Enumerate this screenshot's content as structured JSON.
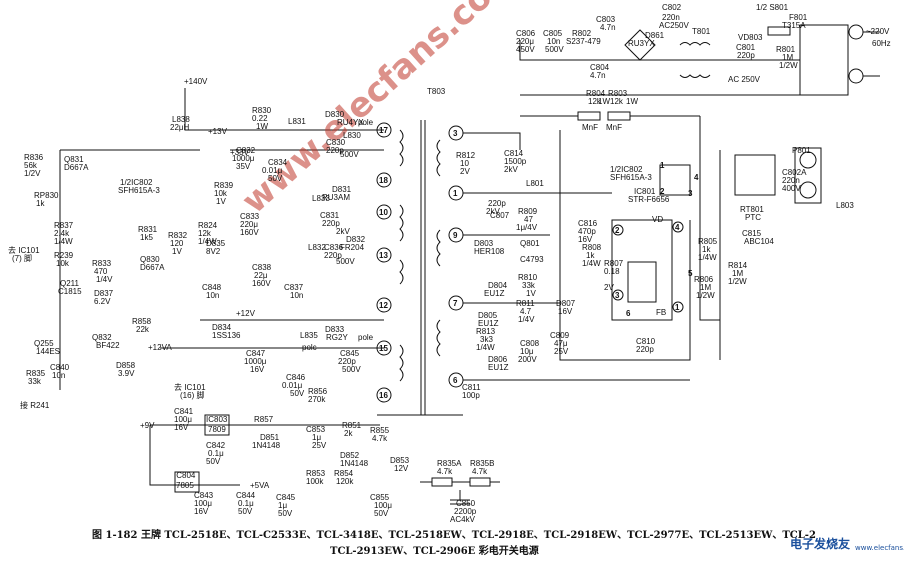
{
  "watermark": "www.elecfans.com",
  "caption": {
    "line1": "图 1-182   王牌 TCL-2518E、TCL-C2533E、TCL-3418E、TCL-2518EW、TCL-2918E、TCL-2918EW、TCL-2977E、TCL-2513EW、TCL-2",
    "line2": "TCL-2913EW、TCL-2906E 彩电开关电源"
  },
  "logo": {
    "text": "电子发烧友",
    "url": "www.elecfans.com"
  },
  "labels": {
    "ac_in": "~220V",
    "ac_freq": "60Hz",
    "l803": "L803",
    "f801": "F801",
    "f801_val": "T315A",
    "s801": "1/2  S801",
    "r801": "R801",
    "r801_v1": "1M",
    "r801_v2": "1/2W",
    "vd803": "VD803",
    "c801": "C801",
    "c801_v1": "220p",
    "c801_v2": "AC  250V",
    "t801": "T801",
    "c802": "C802",
    "c802_v1": "220n",
    "c802_v2": "AC250V",
    "d861": "D861",
    "d861_v": "RU3YX",
    "c803": "C803",
    "c803_v": "4.7n",
    "c804": "C804",
    "c804_v": "4.7n",
    "r802": "R802",
    "r802_v": "S237-479",
    "c805": "C805",
    "c805_v1": "10n",
    "c805_v2": "500V",
    "c806": "C806",
    "c806_v1": "220μ",
    "c806_v2": "450V",
    "p801": "P801",
    "c802a": "C802A",
    "c802a_v1": "220n",
    "c802a_v2": "400V",
    "rt801": "RT801",
    "ptc": "PTC",
    "r804": "R804",
    "r804_v": "12k",
    "r803": "R803",
    "r803_v": "12k",
    "mnf1": "MnF",
    "mnf2": "MnF",
    "v1w1": "1W",
    "v1w2": "1W",
    "t803": "T803",
    "plus140": "+140V",
    "l838": "L838",
    "l838_v": "22μH",
    "plus13": "+13V",
    "r830": "R830",
    "r830_v1": "0.22",
    "r830_v2": "1W",
    "l831": "L831",
    "d830": "D830",
    "d830_v": "RU4YX",
    "pole1": "pole",
    "c830": "C830",
    "c830_v1": "220p",
    "c830_v2": "500V",
    "l830": "L830",
    "plus33": "+33V",
    "c832": "C832",
    "c832_v1": "1000μ",
    "c832_v2": "35V",
    "c834": "C834",
    "c834_v1": "0.01μ",
    "c834_v2": "50V",
    "r839": "R839",
    "r839_v1": "10k",
    "r839_v2": "1V",
    "d831": "D831",
    "d831_v": "RU3AM",
    "l833": "L833",
    "c833": "C833",
    "c833_v1": "220μ",
    "c833_v2": "160V",
    "c831": "C831",
    "c831_v1": "220p",
    "c831_v2": "2kV",
    "d832": "D832",
    "d832_v": "FR204",
    "l832": "L832",
    "c836": "C836",
    "c836_v1": "220p",
    "c836_v2": "500V",
    "c838": "C838",
    "c838_v1": "22μ",
    "c838_v2": "160V",
    "c837": "C837",
    "c837_v": "10n",
    "d835": "D835",
    "d835_v": "8V2",
    "r824": "R824",
    "r824_v1": "12k",
    "r824_v2": "1/4W",
    "r832": "R832",
    "r832_v1": "120",
    "r832_v2": "1V",
    "c848": "C848",
    "c848_v": "10n",
    "q830": "Q830",
    "q830_v": "D667A",
    "r831": "R831",
    "r831_v": "1k5",
    "ic802": "1/2IC802",
    "ic802_v": "SFH615A-3",
    "q831": "Q831",
    "q831_v": "D667A",
    "r836": "R836",
    "r836_v1": "56k",
    "r836_v2": "1/2V",
    "rp830": "RP830",
    "rp830_v": "1k",
    "r837": "R837",
    "r837_v1": "2.4k",
    "r837_v2": "1/4W",
    "r239": "R239",
    "r239_v": "10k",
    "ic101_7": "去 IC101",
    "ic101_7b": "(7) 脚",
    "q211": "Q211",
    "q211_v": "C1815",
    "r833": "R833",
    "r833_v1": "470",
    "r833_v2": "1/4V",
    "d837": "D837",
    "d837_v": "6.2V",
    "r858": "R858",
    "r858_v": "22k",
    "q255": "Q255",
    "q255_v": "144ES",
    "q832": "Q832",
    "q832_v": "BF422",
    "r835": "R835",
    "r835_v": "33k",
    "c840": "C840",
    "c840_v": "10n",
    "d858": "D858",
    "d858_v": "3.9V",
    "r241": "接 R241",
    "d834": "D834",
    "d834_v": "1SS136",
    "plus12": "+12V",
    "plus12va": "+12VA",
    "l835": "L835",
    "d833": "D833",
    "d833_v": "RG2Y",
    "pole2": "pole",
    "polc": "polc",
    "c847": "C847",
    "c847_v1": "1000μ",
    "c847_v2": "16V",
    "c845": "C845",
    "c845_v1": "220p",
    "c845_v2": "500V",
    "c846": "C846",
    "c846_v1": "0.01μ",
    "c846_v2": "50V",
    "r856": "R856",
    "r856_v": "270k",
    "ic101_16": "去 IC101",
    "ic101_16b": "(16) 脚",
    "plus9": "+9V",
    "c841": "C841",
    "c841_v1": "100μ",
    "c841_v2": "16V",
    "ic803": "IC803",
    "ic803_v": "7809",
    "c842": "C842",
    "c842_v1": "0.1μ",
    "c842_v2": "50V",
    "r857": "R857",
    "d851": "D851",
    "d851_v": "1N4148",
    "c853": "C853",
    "c853_v1": "1μ",
    "c853_v2": "25V",
    "r851": "R851",
    "r851_v": "2k",
    "r855": "R855",
    "r855_v": "4.7k",
    "d853": "D853",
    "d853_v": "12V",
    "d852": "D852",
    "d852_v": "1N4148",
    "r853": "R853",
    "r853_v": "100k",
    "r854": "R854",
    "r854_v": "120k",
    "ic804": "IC804",
    "ic804_v": "7805",
    "plus5": "+5VA",
    "c843": "C843",
    "c843_v1": "100μ",
    "c843_v2": "16V",
    "c844": "C844",
    "c844_v1": "0.1μ",
    "c844_v2": "50V",
    "c845b": "C845",
    "c845b_v1": "1μ",
    "c845b_v2": "50V",
    "c855": "C855",
    "c855_v1": "100μ",
    "c855_v2": "50V",
    "r835a": "R835A",
    "r835a_v": "4.7k",
    "r835b": "R835B",
    "r835b_v": "4.7k",
    "c850": "C850",
    "c850_v1": "2200p",
    "c850_v2": "AC4kV",
    "r812": "R812",
    "r812_v1": "10",
    "r812_v2": "2V",
    "c814": "C814",
    "c814_v1": "1500p",
    "c814_v2": "2kV",
    "l801": "L801",
    "c807_v1": "220p",
    "c807_v2": "2kV",
    "c807": "C807",
    "d803": "D803",
    "d803_v": "HER108",
    "r809": "R809",
    "r809_v1": "47",
    "r809_v2": "1μ/4V",
    "q801": "Q801",
    "q801_v": "C4793",
    "r810": "R810",
    "r810_v1": "33k",
    "r810_v2": "1V",
    "d804": "D804",
    "d804_v": "EU1Z",
    "d805": "D805",
    "d805_v": "EU1Z",
    "r811": "R811",
    "r811_v1": "4.7",
    "r811_v2": "1/4V",
    "r813": "R813",
    "r813_v1": "3k3",
    "r813_v2": "1/4W",
    "c808": "C808",
    "c808_v1": "10μ",
    "c808_v2": "200V",
    "c809": "C809",
    "c809_v1": "47μ",
    "c809_v2": "25V",
    "d806": "D806",
    "d806_v": "EU1Z",
    "d807": "D807",
    "d807_v": "16V",
    "c811": "C811",
    "c811_v": "100p",
    "c816": "C816",
    "c816_v1": "470p",
    "c816_v2": "16V",
    "r808": "R808",
    "r808_v1": "1k",
    "r808_v2": "1/4W",
    "r807": "R807",
    "r807_v1": "0.18",
    "r807_v2": "2V",
    "ic802b": "1/2IC802",
    "ic802b_v": "SFH615A-3",
    "ic801": "IC801",
    "ic801_v": "STR-F6656",
    "vd": "VD",
    "fb": "FB",
    "c815": "C815",
    "c815_v": "ABC104",
    "r805": "R805",
    "r805_v1": "1k",
    "r805_v2": "1/4W",
    "r814": "R814",
    "r814_v1": "1M",
    "r814_v2": "1/2W",
    "r806": "R806",
    "r806_v1": "1M",
    "r806_v2": "1/2W",
    "c810": "C810",
    "c810_v": "220p"
  },
  "pins": {
    "t3": "3",
    "t1": "1",
    "t9": "9",
    "t7": "7",
    "t6": "6",
    "t17": "17",
    "t18": "18",
    "t10": "10",
    "t13": "13",
    "t12": "12",
    "t15": "15",
    "t16": "16",
    "ic2": "2",
    "ic3": "3",
    "ic4": "4",
    "ic5": "5",
    "ic1": "1",
    "ic6": "6",
    "op4": "4",
    "op3": "3",
    "op1": "1",
    "op2": "2"
  }
}
